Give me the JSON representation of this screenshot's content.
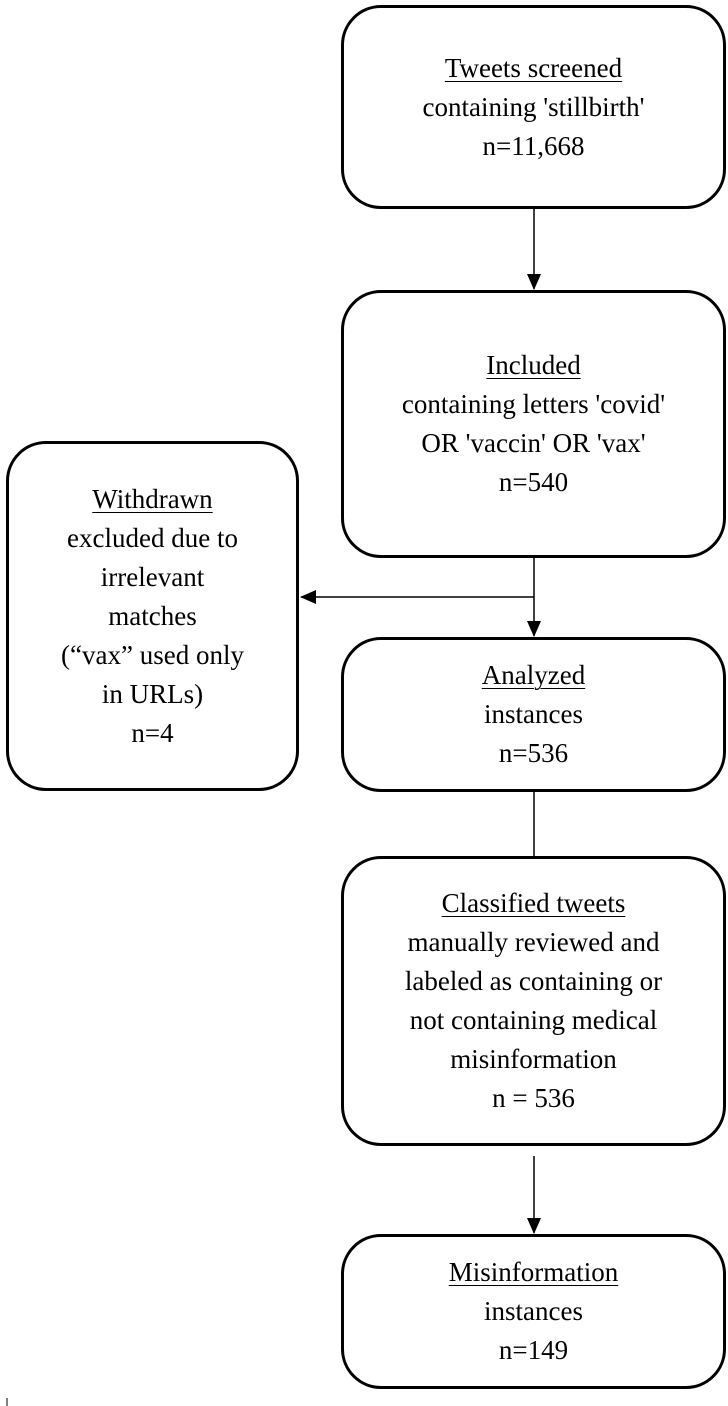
{
  "boxes": {
    "screened": {
      "title": "Tweets screened",
      "lines": [
        "containing 'stillbirth'",
        "n=11,668"
      ]
    },
    "included": {
      "title": "Included",
      "lines": [
        "containing letters 'covid'",
        "OR 'vaccin' OR 'vax'",
        "n=540"
      ]
    },
    "withdrawn": {
      "title": "Withdrawn",
      "lines": [
        "excluded due to",
        "irrelevant",
        "matches",
        "(“vax” used only",
        "in URLs)",
        "n=4"
      ]
    },
    "analyzed": {
      "title": "Analyzed",
      "lines": [
        "instances",
        "n=536"
      ]
    },
    "classified": {
      "title": "Classified tweets",
      "lines": [
        "manually reviewed and",
        "labeled as containing or",
        "not containing medical",
        "misinformation",
        "n = 536"
      ]
    },
    "misinformation": {
      "title": "Misinformation",
      "lines": [
        "instances",
        "n=149"
      ]
    }
  },
  "colors": {
    "stroke": "#000000",
    "background": "#ffffff"
  }
}
